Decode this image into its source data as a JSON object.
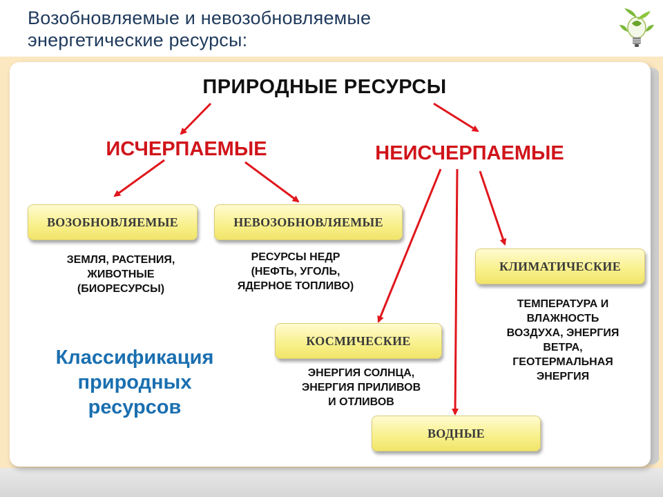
{
  "header": {
    "title_line1": "Возобновляемые и невозобновляемые",
    "title_line2": "энергетические ресурсы:"
  },
  "diagram": {
    "root": "ПРИРОДНЫЕ РЕСУРСЫ",
    "exhaustible": "ИСЧЕРПАЕМЫЕ",
    "inexhaustible": "НЕИСЧЕРПАЕМЫЕ",
    "renewable": {
      "label": "ВОЗОБНОВЛЯЕМЫЕ",
      "desc": [
        "ЗЕМЛЯ, РАСТЕНИЯ,",
        "ЖИВОТНЫЕ",
        "(БИОРЕСУРСЫ)"
      ]
    },
    "nonrenewable": {
      "label": "НЕВОЗОБНОВЛЯЕМЫЕ",
      "desc": [
        "РЕСУРСЫ НЕДР",
        "(НЕФТЬ, УГОЛЬ,",
        "ЯДЕРНОЕ ТОПЛИВО)"
      ]
    },
    "climatic": {
      "label": "КЛИМАТИЧЕСКИЕ",
      "desc": [
        "ТЕМПЕРАТУРА И",
        "ВЛАЖНОСТЬ",
        "ВОЗДУХА, ЭНЕРГИЯ",
        "ВЕТРА,",
        "ГЕОТЕРМАЛЬНАЯ",
        "ЭНЕРГИЯ"
      ]
    },
    "cosmic": {
      "label": "КОСМИЧЕСКИЕ",
      "desc": [
        "ЭНЕРГИЯ СОЛНЦА,",
        "ЭНЕРГИЯ ПРИЛИВОВ",
        "И ОТЛИВОВ"
      ]
    },
    "water": {
      "label": "ВОДНЫЕ"
    },
    "classification": [
      "Классификация",
      "природных",
      "ресурсов"
    ]
  },
  "colors": {
    "arrow": "#e0161c",
    "heading_red": "#d0141a",
    "classification_blue": "#1a6fb0",
    "title_navy": "#1f3a5c",
    "frame": "#fbe7c0"
  },
  "icons": [
    "lightbulb-plant-icon"
  ]
}
